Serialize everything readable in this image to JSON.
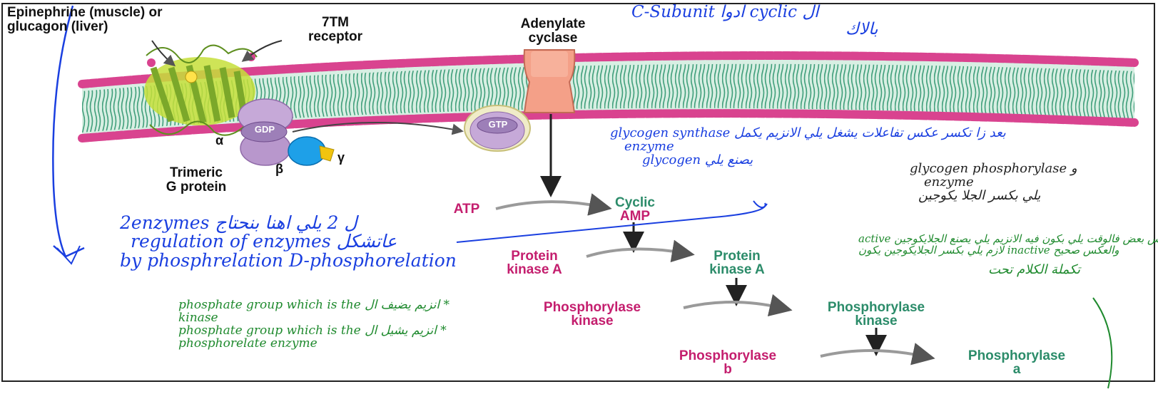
{
  "labels": {
    "ligand_line1": "Epinephrine (muscle) or",
    "ligand_line2": "glucagon (liver)",
    "receptor_line1": "7TM",
    "receptor_line2": "receptor",
    "cyclase_line1": "Adenylate",
    "cyclase_line2": "cyclase",
    "gdp": "GDP",
    "gtp": "GTP",
    "alpha": "α",
    "beta": "β",
    "gamma": "γ",
    "gprotein_line1": "Trimeric",
    "gprotein_line2": "G protein"
  },
  "cascade": {
    "atp": "ATP",
    "camp_line1": "Cyclic",
    "camp_line2": "AMP",
    "pka_inactive_line1": "Protein",
    "pka_inactive_line2": "kinase A",
    "pka_active_line1": "Protein",
    "pka_active_line2": "kinase A",
    "phk_inactive_line1": "Phosphorylase",
    "phk_inactive_line2": "kinase",
    "phk_active_line1": "Phosphorylase",
    "phk_active_line2": "kinase",
    "ph_b_line1": "Phosphorylase",
    "ph_b_line2": "b",
    "ph_a_line1": "Phosphorylase",
    "ph_a_line2": "a"
  },
  "annotations": {
    "top_note_line1": "C-Subunit ادوا cyclic ال",
    "top_note_line2": "بالاك",
    "glycogen_synthase_line1": "glycogen synthase بعد زا تكسر عكس تفاعلات يشغل يلي الانزيم يكمل",
    "glycogen_synthase_line2": "enzyme",
    "glycogen_synthase_line3": "glycogen يصنع يلي",
    "glycogen_phos_line1": "glycogen phosphorylase و",
    "glycogen_phos_line2": "enzyme",
    "glycogen_phos_line3": "يلي بكسر الجلا يكوجين",
    "green_line1": "active عكس بعض فالوقت يلي بكون فيه الانزيم يلي يصنع الجلايكوجين",
    "green_line2": "لازم يلي بكسر الجلايكوجين يكون inactive والعكس صحيح",
    "green_line3": "تكملة الكلام تحت",
    "left_line1": "2enzymes ل 2 يلي اهنا بنحتاج",
    "left_line2": "regulation of enzymes عاتشكل",
    "left_line3": "by phosphrelation D-phosphorelation",
    "left_line4": "phosphate group which is the انزيم يضيف ال *",
    "left_line5": "kinase",
    "left_line6": "phosphate group which is the انزيم يشيل ال *",
    "left_line7": "phosphorelate enzyme"
  }
}
